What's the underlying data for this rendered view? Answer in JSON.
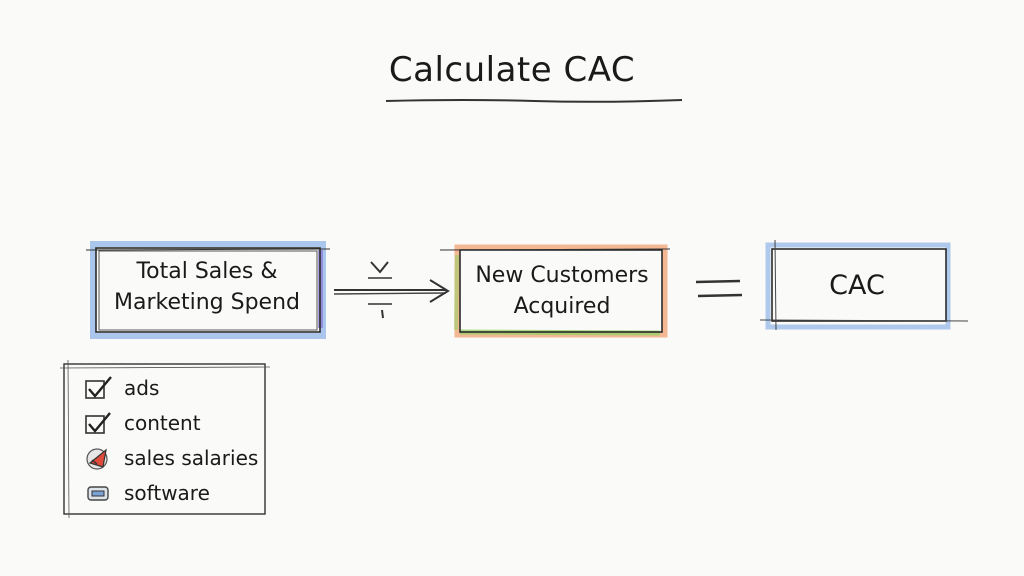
{
  "title": "Calculate CAC",
  "formula": {
    "numerator_label": "Total Sales & Marketing Spend",
    "numerator_line1": "Total Sales &",
    "numerator_line2": "Marketing Spend",
    "denominator_line1": "New Customers",
    "denominator_line2": "Acquired",
    "result_label": "CAC",
    "operator_divide": "÷",
    "operator_equals": "="
  },
  "checklist": {
    "items": [
      {
        "label": "ads",
        "icon": "checkmark-icon"
      },
      {
        "label": "content",
        "icon": "checkmark-icon"
      },
      {
        "label": "sales salaries",
        "icon": "megaphone-icon"
      },
      {
        "label": "software",
        "icon": "software-icon"
      }
    ]
  },
  "colors": {
    "ink": "#1e1e1e",
    "blue_highlight": "#8fb4e8",
    "purple_highlight": "#8a78d6",
    "orange_highlight": "#f0a070",
    "green_highlight": "#9ad06a",
    "red_accent": "#e04a3a"
  }
}
